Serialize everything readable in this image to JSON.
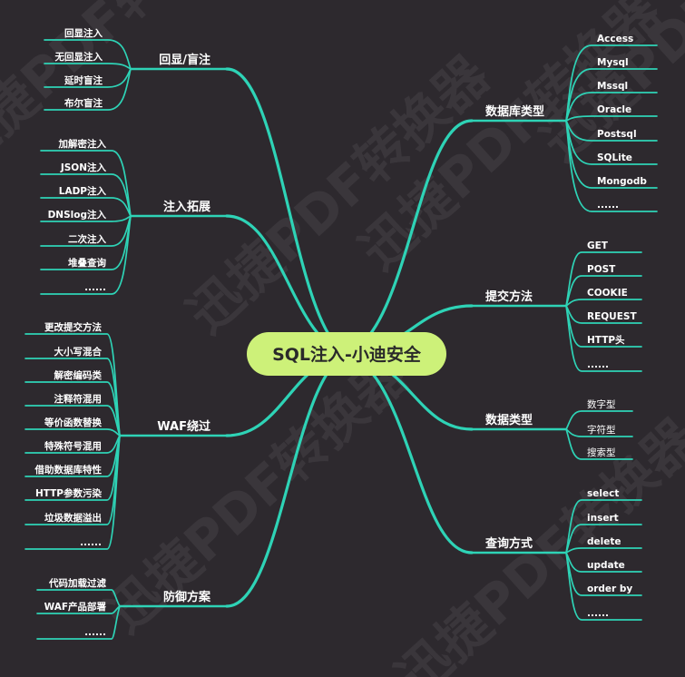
{
  "colors": {
    "background": "#2d292e",
    "line": "#2ed3b6",
    "root_fill": "#cdf179",
    "root_text": "#2a2a2a",
    "text": "#ffffff"
  },
  "watermark": "迅捷PDF转换器",
  "root": {
    "label": "SQL注入-小迪安全"
  },
  "right": [
    {
      "label": "数据库类型",
      "items": [
        "Access",
        "Mysql",
        "Mssql",
        "Oracle",
        "Postsql",
        "SQLite",
        "Mongodb",
        "......"
      ]
    },
    {
      "label": "提交方法",
      "items": [
        "GET",
        "POST",
        "COOKIE",
        "REQUEST",
        "HTTP头",
        "......"
      ]
    },
    {
      "label": "数据类型",
      "items": [
        "数字型",
        "字符型",
        "搜索型"
      ]
    },
    {
      "label": "查询方式",
      "items": [
        "select",
        "insert",
        "delete",
        "update",
        "order by",
        "......"
      ]
    }
  ],
  "left": [
    {
      "label": "回显/盲注",
      "items": [
        "回显注入",
        "无回显注入",
        "延时盲注",
        "布尔盲注"
      ]
    },
    {
      "label": "注入拓展",
      "items": [
        "加解密注入",
        "JSON注入",
        "LADP注入",
        "DNSlog注入",
        "二次注入",
        "堆叠查询",
        "......"
      ]
    },
    {
      "label": "WAF绕过",
      "items": [
        "更改提交方法",
        "大小写混合",
        "解密编码类",
        "注释符混用",
        "等价函数替换",
        "特殊符号混用",
        "借助数据库特性",
        "HTTP参数污染",
        "垃圾数据溢出",
        "......"
      ]
    },
    {
      "label": "防御方案",
      "items": [
        "代码加载过滤",
        "WAF产品部署",
        "......"
      ]
    }
  ]
}
